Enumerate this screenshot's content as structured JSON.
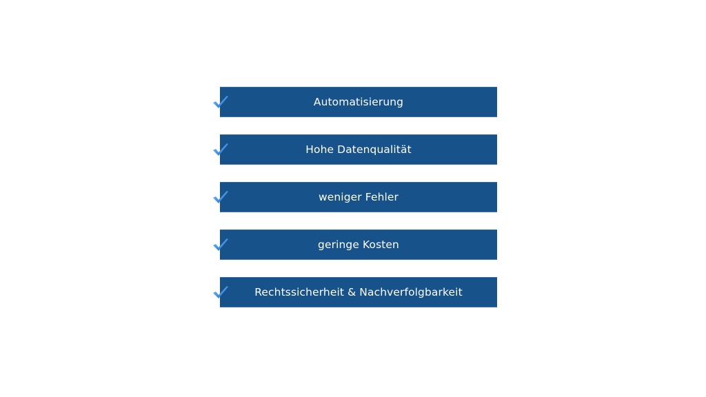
{
  "slide": {
    "accent_color": "#17528a",
    "check_color": "#2b8de8",
    "items": [
      {
        "label": "Automatisierung",
        "icon": "checkmark-icon"
      },
      {
        "label": "Hohe Datenqualität",
        "icon": "checkmark-icon"
      },
      {
        "label": "weniger Fehler",
        "icon": "checkmark-icon"
      },
      {
        "label": "geringe Kosten",
        "icon": "checkmark-icon"
      },
      {
        "label": "Rechtssicherheit & Nachverfolgbarkeit",
        "icon": "checkmark-icon"
      }
    ]
  }
}
